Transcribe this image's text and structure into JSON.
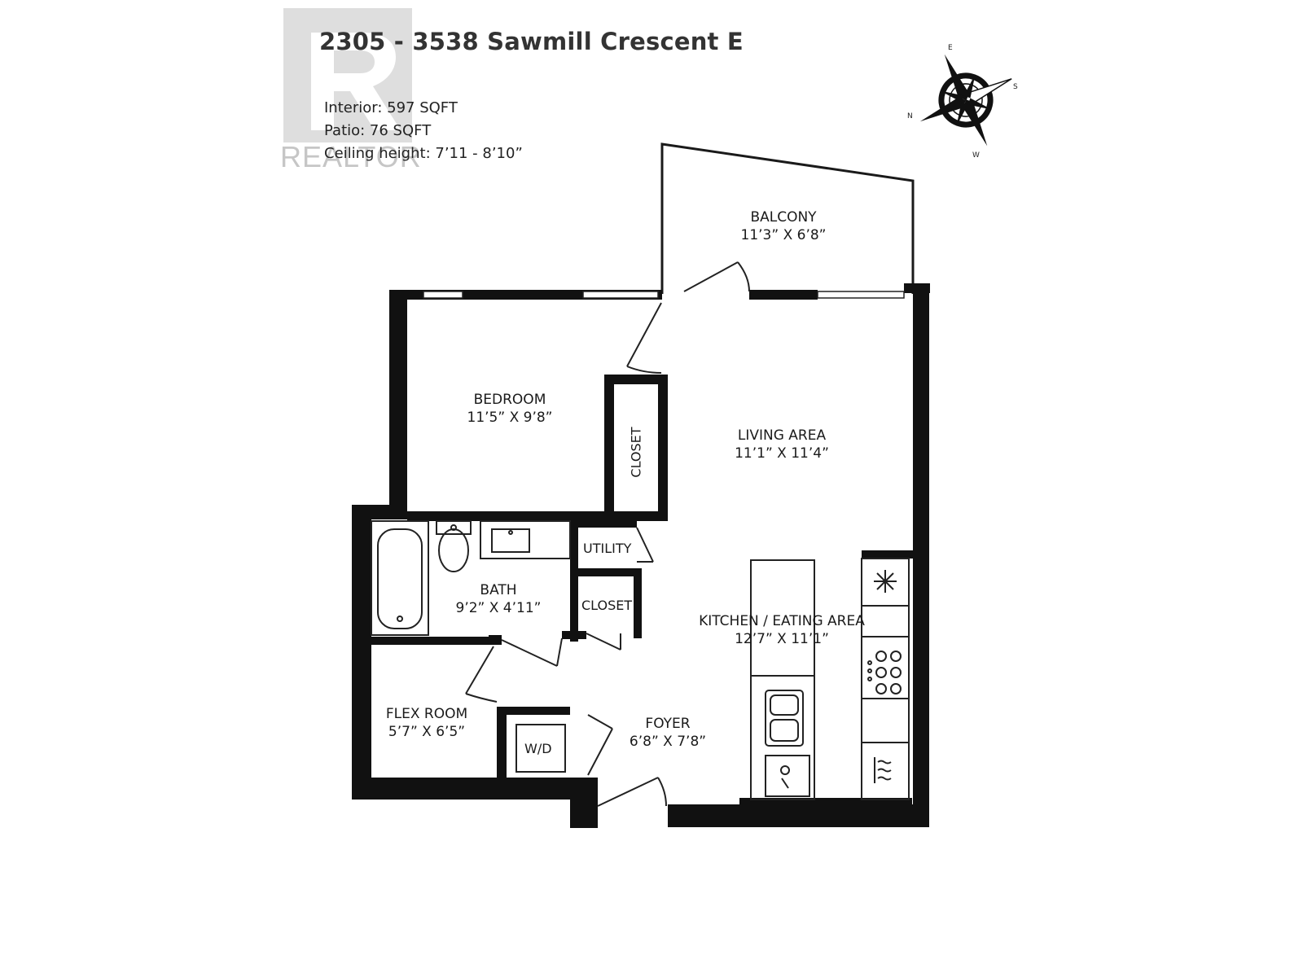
{
  "title": "2305 - 3538 Sawmill Crescent E",
  "info": {
    "interior": "Interior: 597 SQFT",
    "patio": "Patio: 76 SQFT",
    "ceiling": "Ceiling height: 7’11 - 8’10”"
  },
  "watermark": {
    "text": "REALTOR",
    "letter": "R"
  },
  "compass": {
    "n": "N",
    "e": "E",
    "s": "S",
    "w": "W"
  },
  "rooms": {
    "balcony": {
      "name": "BALCONY",
      "dims": "11’3” X 6’8”"
    },
    "bedroom": {
      "name": "BEDROOM",
      "dims": "11’5” X 9’8”"
    },
    "living": {
      "name": "LIVING AREA",
      "dims": "11’1” X 11’4”"
    },
    "bath": {
      "name": "BATH",
      "dims": "9’2” X 4’11”"
    },
    "kitchen": {
      "name": "KITCHEN / EATING AREA",
      "dims": "12’7” X 11’1”"
    },
    "flex": {
      "name": "FLEX ROOM",
      "dims": "5’7” X 6’5”"
    },
    "foyer": {
      "name": "FOYER",
      "dims": "6’8” X 7’8”"
    }
  },
  "labels": {
    "closet_bedroom": "CLOSET",
    "utility": "UTILITY",
    "closet_hall": "CLOSET",
    "wd": "W/D"
  },
  "colors": {
    "wall": "#111111",
    "line": "#222222",
    "watermark": "#c4c4c4"
  }
}
